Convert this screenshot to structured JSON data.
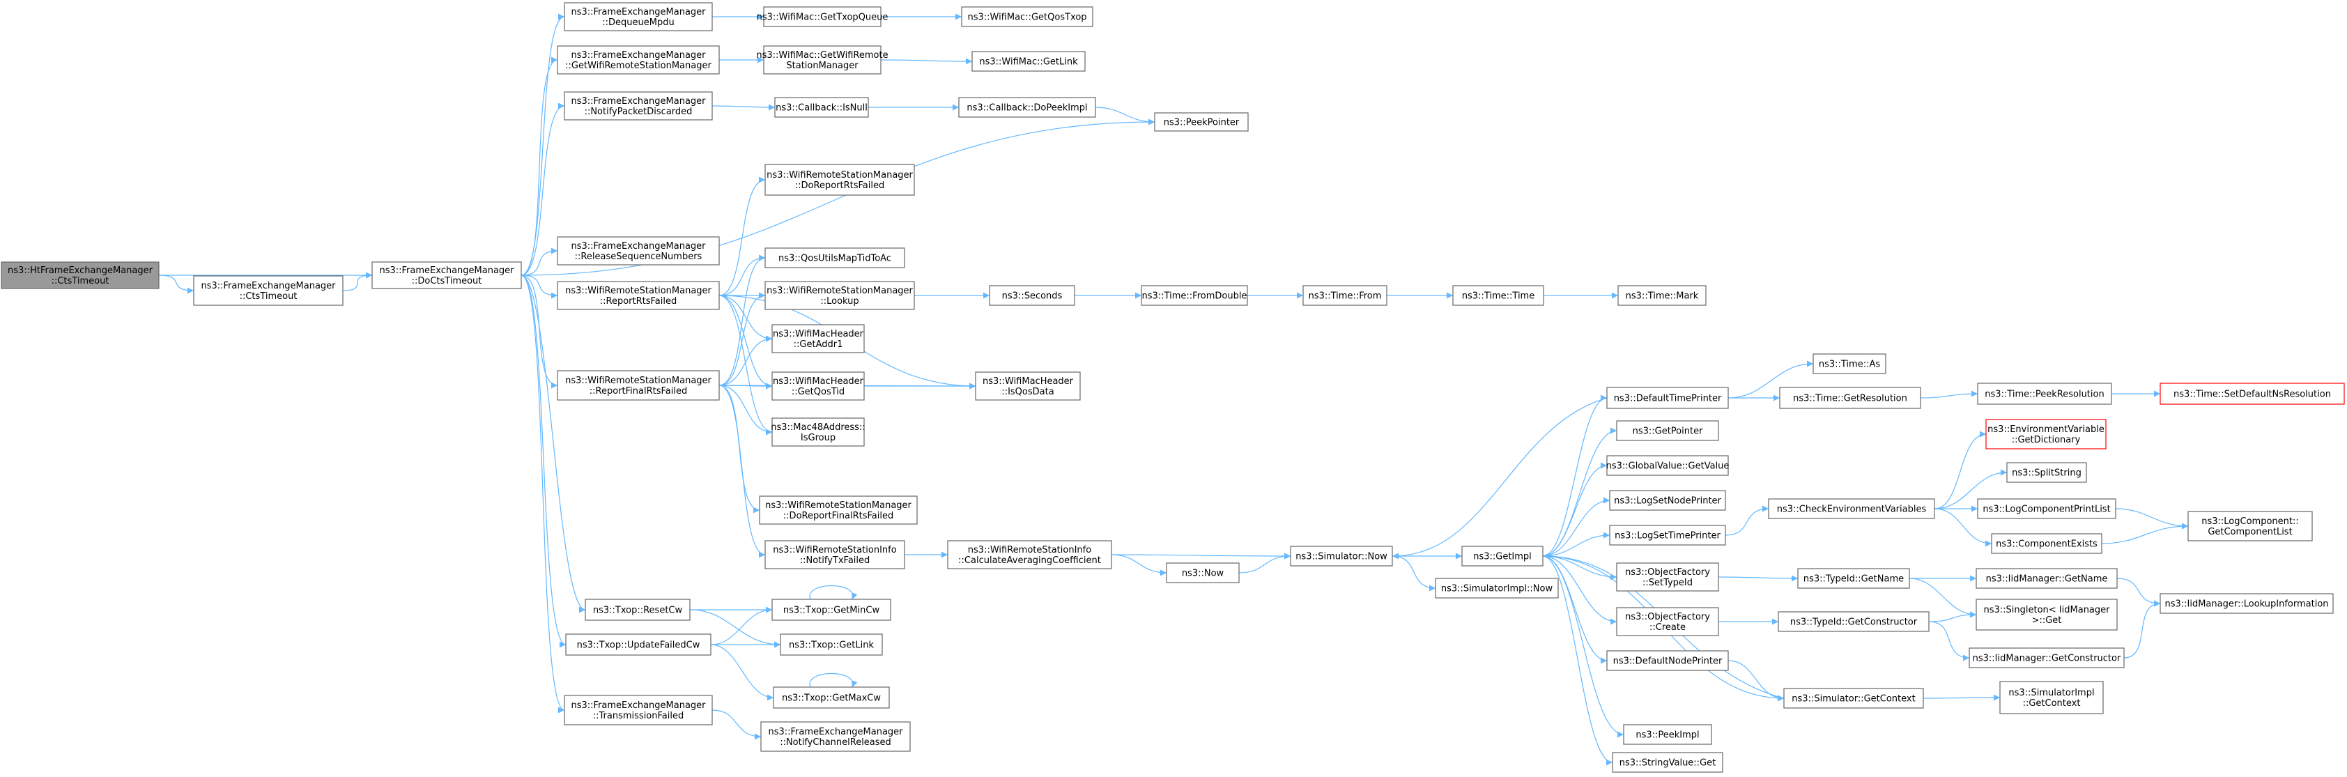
{
  "colors": {
    "edge": "#63B8FF",
    "node_border": "#666666",
    "node_fill": "#ffffff",
    "root_fill": "#999999",
    "truncated_border": "#ff0000",
    "text": "#000000"
  },
  "nodes": [
    {
      "id": "n0",
      "lines": [
        "ns3::HtFrameExchangeManager",
        "::CtsTimeout"
      ],
      "style": "root"
    },
    {
      "id": "n1",
      "lines": [
        "ns3::FrameExchangeManager",
        "::CtsTimeout"
      ]
    },
    {
      "id": "n2",
      "lines": [
        "ns3::FrameExchangeManager",
        "::DoCtsTimeout"
      ]
    },
    {
      "id": "n3",
      "lines": [
        "ns3::FrameExchangeManager",
        "::DequeueMpdu"
      ]
    },
    {
      "id": "n4",
      "lines": [
        "ns3::FrameExchangeManager",
        "::GetWifiRemoteStationManager"
      ]
    },
    {
      "id": "n5",
      "lines": [
        "ns3::FrameExchangeManager",
        "::NotifyPacketDiscarded"
      ]
    },
    {
      "id": "n6",
      "lines": [
        "ns3::PeekPointer"
      ]
    },
    {
      "id": "n7",
      "lines": [
        "ns3::FrameExchangeManager",
        "::ReleaseSequenceNumbers"
      ]
    },
    {
      "id": "n8",
      "lines": [
        "ns3::WifiRemoteStationManager",
        "::ReportRtsFailed"
      ]
    },
    {
      "id": "n9",
      "lines": [
        "ns3::WifiRemoteStationManager",
        "::ReportFinalRtsFailed"
      ]
    },
    {
      "id": "n10",
      "lines": [
        "ns3::Txop::ResetCw"
      ]
    },
    {
      "id": "n11",
      "lines": [
        "ns3::Txop::UpdateFailedCw"
      ]
    },
    {
      "id": "n12",
      "lines": [
        "ns3::FrameExchangeManager",
        "::TransmissionFailed"
      ]
    },
    {
      "id": "n13",
      "lines": [
        "ns3::WifiMac::GetTxopQueue"
      ]
    },
    {
      "id": "n14",
      "lines": [
        "ns3::WifiMac::GetQosTxop"
      ]
    },
    {
      "id": "n15",
      "lines": [
        "ns3::WifiMac::GetWifiRemote",
        "StationManager"
      ]
    },
    {
      "id": "n16",
      "lines": [
        "ns3::WifiMac::GetLink"
      ]
    },
    {
      "id": "n17",
      "lines": [
        "ns3::Callback::IsNull"
      ]
    },
    {
      "id": "n18",
      "lines": [
        "ns3::Callback::DoPeekImpl"
      ]
    },
    {
      "id": "n19",
      "lines": [
        "ns3::WifiRemoteStationManager",
        "::DoReportRtsFailed"
      ]
    },
    {
      "id": "n20",
      "lines": [
        "ns3::QosUtilsMapTidToAc"
      ]
    },
    {
      "id": "n21",
      "lines": [
        "ns3::WifiRemoteStationManager",
        "::Lookup"
      ]
    },
    {
      "id": "n22",
      "lines": [
        "ns3::WifiMacHeader",
        "::GetAddr1"
      ]
    },
    {
      "id": "n23",
      "lines": [
        "ns3::WifiMacHeader",
        "::GetQosTid"
      ]
    },
    {
      "id": "n24",
      "lines": [
        "ns3::Mac48Address::",
        "IsGroup"
      ]
    },
    {
      "id": "n25",
      "lines": [
        "ns3::WifiMacHeader",
        "::IsQosData"
      ]
    },
    {
      "id": "n26",
      "lines": [
        "ns3::Seconds"
      ]
    },
    {
      "id": "n27",
      "lines": [
        "ns3::Time::FromDouble"
      ]
    },
    {
      "id": "n28",
      "lines": [
        "ns3::Time::From"
      ]
    },
    {
      "id": "n29",
      "lines": [
        "ns3::Time::Time"
      ]
    },
    {
      "id": "n30",
      "lines": [
        "ns3::Time::Mark"
      ]
    },
    {
      "id": "n31",
      "lines": [
        "ns3::WifiRemoteStationManager",
        "::DoReportFinalRtsFailed"
      ]
    },
    {
      "id": "n32",
      "lines": [
        "ns3::WifiRemoteStationInfo",
        "::NotifyTxFailed"
      ]
    },
    {
      "id": "n33",
      "lines": [
        "ns3::WifiRemoteStationInfo",
        "::CalculateAveragingCoefficient"
      ]
    },
    {
      "id": "n34",
      "lines": [
        "ns3::Now"
      ]
    },
    {
      "id": "n35",
      "lines": [
        "ns3::Simulator::Now"
      ]
    },
    {
      "id": "n36",
      "lines": [
        "ns3::GetImpl"
      ]
    },
    {
      "id": "n37",
      "lines": [
        "ns3::SimulatorImpl::Now"
      ]
    },
    {
      "id": "n38",
      "lines": [
        "ns3::Txop::GetMinCw"
      ]
    },
    {
      "id": "n39",
      "lines": [
        "ns3::Txop::GetLink"
      ]
    },
    {
      "id": "n40",
      "lines": [
        "ns3::Txop::GetMaxCw"
      ]
    },
    {
      "id": "n41",
      "lines": [
        "ns3::FrameExchangeManager",
        "::NotifyChannelReleased"
      ]
    },
    {
      "id": "n42",
      "lines": [
        "ns3::DefaultTimePrinter"
      ]
    },
    {
      "id": "n43",
      "lines": [
        "ns3::Time::As"
      ]
    },
    {
      "id": "n44",
      "lines": [
        "ns3::Time::GetResolution"
      ]
    },
    {
      "id": "n45",
      "lines": [
        "ns3::Time::PeekResolution"
      ]
    },
    {
      "id": "n46",
      "lines": [
        "ns3::Time::SetDefaultNsResolution"
      ],
      "style": "truncated"
    },
    {
      "id": "n47",
      "lines": [
        "ns3::GetPointer"
      ]
    },
    {
      "id": "n48",
      "lines": [
        "ns3::GlobalValue::GetValue"
      ]
    },
    {
      "id": "n49",
      "lines": [
        "ns3::LogSetNodePrinter"
      ]
    },
    {
      "id": "n50",
      "lines": [
        "ns3::LogSetTimePrinter"
      ]
    },
    {
      "id": "n51",
      "lines": [
        "ns3::CheckEnvironmentVariables"
      ]
    },
    {
      "id": "n52",
      "lines": [
        "ns3::EnvironmentVariable",
        "::GetDictionary"
      ],
      "style": "truncated"
    },
    {
      "id": "n53",
      "lines": [
        "ns3::SplitString"
      ]
    },
    {
      "id": "n54",
      "lines": [
        "ns3::LogComponentPrintList"
      ]
    },
    {
      "id": "n55",
      "lines": [
        "ns3::ComponentExists"
      ]
    },
    {
      "id": "n56",
      "lines": [
        "ns3::LogComponent::",
        "GetComponentList"
      ]
    },
    {
      "id": "n57",
      "lines": [
        "ns3::ObjectFactory",
        "::SetTypeId"
      ]
    },
    {
      "id": "n58",
      "lines": [
        "ns3::TypeId::GetName"
      ]
    },
    {
      "id": "n59",
      "lines": [
        "ns3::IidManager::GetName"
      ]
    },
    {
      "id": "n60",
      "lines": [
        "ns3::IidManager::LookupInformation"
      ]
    },
    {
      "id": "n61",
      "lines": [
        "ns3::Singleton< IidManager",
        " >::Get"
      ]
    },
    {
      "id": "n62",
      "lines": [
        "ns3::ObjectFactory",
        "::Create"
      ]
    },
    {
      "id": "n63",
      "lines": [
        "ns3::TypeId::GetConstructor"
      ]
    },
    {
      "id": "n64",
      "lines": [
        "ns3::IidManager::GetConstructor"
      ]
    },
    {
      "id": "n65",
      "lines": [
        "ns3::DefaultNodePrinter"
      ]
    },
    {
      "id": "n66",
      "lines": [
        "ns3::Simulator::GetContext"
      ]
    },
    {
      "id": "n67",
      "lines": [
        "ns3::SimulatorImpl",
        "::GetContext"
      ]
    },
    {
      "id": "n68",
      "lines": [
        "ns3::PeekImpl"
      ]
    },
    {
      "id": "n69",
      "lines": [
        "ns3::StringValue::Get"
      ]
    }
  ],
  "edges": [
    [
      "n0",
      "n1"
    ],
    [
      "n0",
      "n2"
    ],
    [
      "n1",
      "n2"
    ],
    [
      "n2",
      "n3"
    ],
    [
      "n2",
      "n4"
    ],
    [
      "n2",
      "n5"
    ],
    [
      "n2",
      "n6"
    ],
    [
      "n2",
      "n7"
    ],
    [
      "n2",
      "n8"
    ],
    [
      "n2",
      "n9"
    ],
    [
      "n2",
      "n10"
    ],
    [
      "n2",
      "n11"
    ],
    [
      "n2",
      "n12"
    ],
    [
      "n3",
      "n13"
    ],
    [
      "n13",
      "n14"
    ],
    [
      "n4",
      "n15"
    ],
    [
      "n15",
      "n16"
    ],
    [
      "n5",
      "n17"
    ],
    [
      "n17",
      "n18"
    ],
    [
      "n18",
      "n6"
    ],
    [
      "n8",
      "n19"
    ],
    [
      "n8",
      "n20"
    ],
    [
      "n8",
      "n21"
    ],
    [
      "n8",
      "n22"
    ],
    [
      "n8",
      "n23"
    ],
    [
      "n8",
      "n24"
    ],
    [
      "n8",
      "n25"
    ],
    [
      "n9",
      "n20"
    ],
    [
      "n9",
      "n21"
    ],
    [
      "n9",
      "n22"
    ],
    [
      "n9",
      "n23"
    ],
    [
      "n9",
      "n24"
    ],
    [
      "n9",
      "n25"
    ],
    [
      "n9",
      "n31"
    ],
    [
      "n9",
      "n32"
    ],
    [
      "n21",
      "n26"
    ],
    [
      "n23",
      "n25"
    ],
    [
      "n26",
      "n27"
    ],
    [
      "n27",
      "n28"
    ],
    [
      "n28",
      "n29"
    ],
    [
      "n29",
      "n30"
    ],
    [
      "n32",
      "n33"
    ],
    [
      "n33",
      "n34"
    ],
    [
      "n33",
      "n35"
    ],
    [
      "n34",
      "n35"
    ],
    [
      "n35",
      "n36"
    ],
    [
      "n35",
      "n37"
    ],
    [
      "n10",
      "n38"
    ],
    [
      "n10",
      "n39"
    ],
    [
      "n11",
      "n38"
    ],
    [
      "n11",
      "n39"
    ],
    [
      "n11",
      "n40"
    ],
    [
      "n38",
      "n38"
    ],
    [
      "n40",
      "n40"
    ],
    [
      "n12",
      "n41"
    ],
    [
      "n36",
      "n42"
    ],
    [
      "n36",
      "n47"
    ],
    [
      "n36",
      "n48"
    ],
    [
      "n36",
      "n49"
    ],
    [
      "n36",
      "n50"
    ],
    [
      "n36",
      "n57"
    ],
    [
      "n36",
      "n62"
    ],
    [
      "n36",
      "n65"
    ],
    [
      "n36",
      "n66"
    ],
    [
      "n36",
      "n68"
    ],
    [
      "n36",
      "n69"
    ],
    [
      "n42",
      "n43"
    ],
    [
      "n42",
      "n44"
    ],
    [
      "n42",
      "n35"
    ],
    [
      "n44",
      "n45"
    ],
    [
      "n45",
      "n46"
    ],
    [
      "n50",
      "n51"
    ],
    [
      "n51",
      "n52"
    ],
    [
      "n51",
      "n53"
    ],
    [
      "n51",
      "n54"
    ],
    [
      "n51",
      "n55"
    ],
    [
      "n54",
      "n56"
    ],
    [
      "n55",
      "n56"
    ],
    [
      "n57",
      "n58"
    ],
    [
      "n58",
      "n59"
    ],
    [
      "n58",
      "n61"
    ],
    [
      "n59",
      "n60"
    ],
    [
      "n62",
      "n63"
    ],
    [
      "n63",
      "n64"
    ],
    [
      "n63",
      "n61"
    ],
    [
      "n64",
      "n60"
    ],
    [
      "n65",
      "n66"
    ],
    [
      "n66",
      "n67"
    ],
    [
      "n66",
      "n36"
    ]
  ]
}
